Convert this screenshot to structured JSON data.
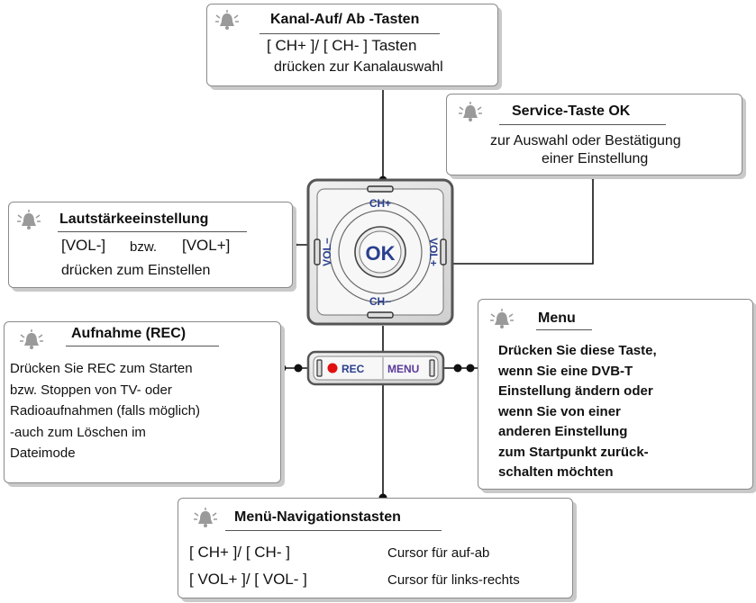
{
  "boxes": {
    "kanal": {
      "title": "Kanal-Auf/ Ab -Tasten",
      "line1": "[ CH+ ]/ [ CH- ] Tasten",
      "line2": "drücken zur Kanalauswahl"
    },
    "service": {
      "title": "Service-Taste OK",
      "line1": "zur Auswahl oder Bestätigung",
      "line2": "einer Einstellung"
    },
    "volume": {
      "title": "Lautstärkeeinstellung",
      "line1a": "[VOL-]",
      "line1b": "bzw.",
      "line1c": "[VOL+]",
      "line2": "drücken zum Einstellen"
    },
    "rec": {
      "title": "Aufnahme (REC)",
      "lines": [
        "Drücken Sie REC zum Starten",
        "bzw. Stoppen von TV- oder",
        "Radioaufnahmen (falls möglich)",
        "-auch zum Löschen im",
        "Dateimode"
      ]
    },
    "menu": {
      "title": "Menu",
      "lines": [
        "Drücken Sie diese Taste,",
        "wenn Sie eine DVB-T",
        "Einstellung ändern oder",
        "wenn Sie von einer",
        "anderen Einstellung",
        "zum Startpunkt zurück-",
        "schalten möchten"
      ]
    },
    "nav": {
      "title": "Menü-Navigationstasten",
      "row1_keys": "[ CH+ ]/ [ CH- ]",
      "row1_desc": "Cursor für auf-ab",
      "row2_keys": "[ VOL+ ]/ [ VOL- ]",
      "row2_desc": "Cursor für links-rechts"
    }
  },
  "remote": {
    "ch_up": "CH+",
    "ch_down": "CH−",
    "vol_left": "VOL−",
    "vol_right": "VOL+",
    "ok": "OK",
    "rec": "REC",
    "menu": "MENU"
  },
  "colors": {
    "key_text": "#2a3f8f",
    "rec_dot": "#e01010",
    "menu_text": "#5a3a9a"
  },
  "icons": [
    "bell-icon"
  ]
}
